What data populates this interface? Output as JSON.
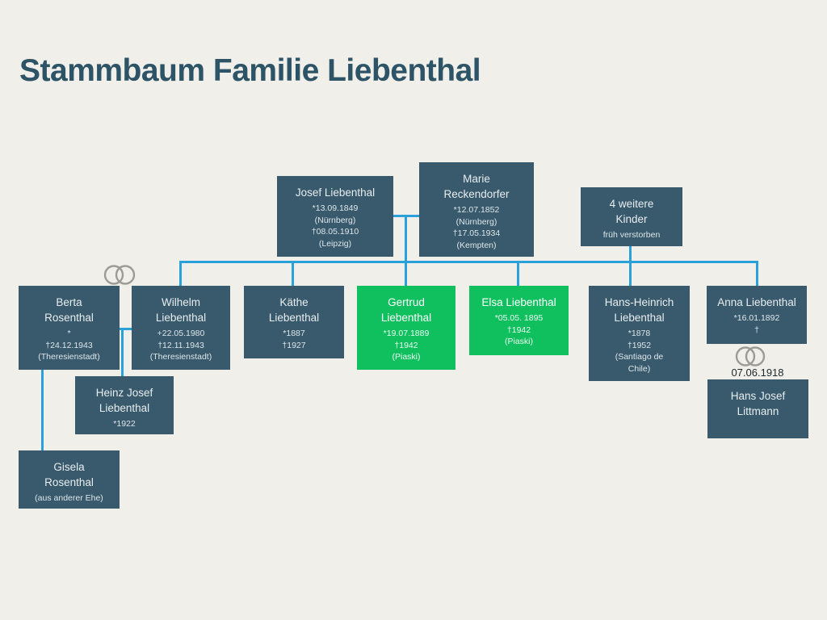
{
  "title": "Stammbaum Familie Liebenthal",
  "colors": {
    "background": "#f0efe9",
    "node_dark": "#395a6c",
    "node_green": "#10c05f",
    "connector_blue": "#2ba1da",
    "rings_gray": "#9c9c96",
    "title_text": "#2d5366"
  },
  "persons": {
    "josef": {
      "name_lines": [
        "Josef Liebenthal"
      ],
      "details": [
        "*13.09.1849",
        "(Nürnberg)",
        "†08.05.1910",
        "(Leipzig)"
      ]
    },
    "marie": {
      "name_lines": [
        "Marie",
        "Reckendorfer"
      ],
      "details": [
        "*12.07.1852",
        "(Nürnberg)",
        "†17.05.1934",
        "(Kempten)"
      ]
    },
    "weitere": {
      "name_lines": [
        "4 weitere",
        "Kinder"
      ],
      "details": [
        "früh verstorben"
      ]
    },
    "berta": {
      "name_lines": [
        "Berta",
        "Rosenthal"
      ],
      "details": [
        "*",
        "†24.12.1943",
        "(Theresienstadt)"
      ]
    },
    "wilhelm": {
      "name_lines": [
        "Wilhelm",
        "Liebenthal"
      ],
      "details": [
        "+22.05.1980",
        "†12.11.1943",
        "(Theresienstadt)"
      ]
    },
    "kaethe": {
      "name_lines": [
        "Käthe",
        "Liebenthal"
      ],
      "details": [
        "*1887",
        "†1927"
      ]
    },
    "gertrud": {
      "name_lines": [
        "Gertrud",
        "Liebenthal"
      ],
      "details": [
        "*19.07.1889",
        "†1942",
        "(Piaski)"
      ]
    },
    "elsa": {
      "name_lines": [
        "Elsa Liebenthal"
      ],
      "details": [
        "*05.05. 1895",
        "†1942",
        "(Piaski)"
      ]
    },
    "hansheinrich": {
      "name_lines": [
        "Hans-Heinrich",
        "Liebenthal"
      ],
      "details": [
        "*1878",
        "†1952",
        "(Santiago de",
        "Chile)"
      ]
    },
    "anna": {
      "name_lines": [
        "Anna Liebenthal"
      ],
      "details": [
        "*16.01.1892",
        "†"
      ]
    },
    "heinz": {
      "name_lines": [
        "Heinz Josef",
        "Liebenthal"
      ],
      "details": [
        "*1922"
      ]
    },
    "gisela": {
      "name_lines": [
        "Gisela",
        "Rosenthal"
      ],
      "details": [
        "(aus anderer Ehe)"
      ]
    },
    "littmann": {
      "name_lines": [
        "Hans Josef",
        "Littmann"
      ],
      "details": []
    }
  },
  "marriages": {
    "anna_littmann": {
      "date": "07.06.1918"
    }
  }
}
